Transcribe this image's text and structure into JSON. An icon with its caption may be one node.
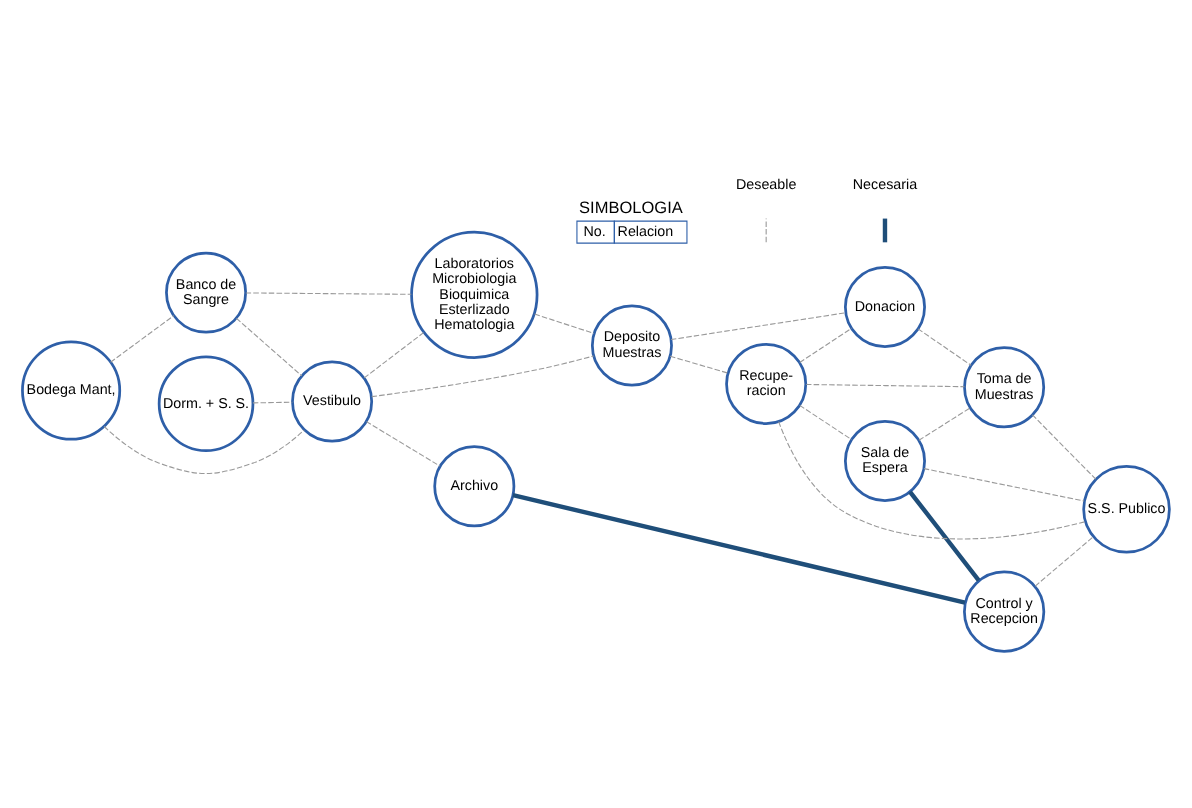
{
  "diagram": {
    "nodes": [
      {
        "text": [
          "Bodega Mant,"
        ]
      },
      {
        "text": [
          "Dorm. + S. S."
        ]
      },
      {
        "text": [
          "Archivo"
        ]
      },
      {
        "text": [
          "Banco de Sangre"
        ]
      },
      {
        "text": [
          "Vestibulo"
        ]
      },
      {
        "text": [
          "Control y Recepcion"
        ]
      },
      {
        "text": [
          "Sala de Espera"
        ]
      },
      {
        "text": [
          "Laboratorios Microbiologia Bioquimica Esterlizado Hematologia"
        ]
      },
      {
        "text": [
          "Deposito Muestras"
        ]
      },
      {
        "text": [
          "Recupe- racion"
        ]
      },
      {
        "text": [
          "Donacion"
        ]
      },
      {
        "text": [
          "Toma de Muestras"
        ]
      },
      {
        "text": [
          "S.S. Publico"
        ]
      }
    ],
    "edges": [
      {
        "from": 0,
        "to": 3,
        "arrow": "none",
        "style": "dashed"
      },
      {
        "from": 0,
        "to": 4,
        "arrow": "none",
        "style": "dashed"
      },
      {
        "from": 1,
        "to": 4,
        "arrow": "none",
        "style": "dashed"
      },
      {
        "from": 3,
        "to": 4,
        "arrow": "none",
        "style": "dashed"
      },
      {
        "from": 3,
        "to": 7,
        "arrow": "none",
        "style": "dashed"
      },
      {
        "from": 4,
        "to": 2,
        "arrow": "none",
        "style": "dashed"
      },
      {
        "from": 4,
        "to": 7,
        "arrow": "none",
        "style": "dashed"
      },
      {
        "from": 4,
        "to": 8,
        "arrow": "none",
        "style": "dashed"
      },
      {
        "from": 2,
        "to": 5,
        "arrow": "none",
        "style": "thick",
        "color": "#1f4e79"
      },
      {
        "from": 6,
        "to": 5,
        "arrow": "none",
        "style": "thick",
        "color": "#1f4e79"
      },
      {
        "from": 7,
        "to": 8,
        "arrow": "none",
        "style": "dashed"
      },
      {
        "from": 8,
        "to": 9,
        "arrow": "none",
        "style": "dashed"
      },
      {
        "from": 8,
        "to": 10,
        "arrow": "none",
        "style": "dashed"
      },
      {
        "from": 9,
        "to": 6,
        "arrow": "none",
        "style": "dashed"
      },
      {
        "from": 9,
        "to": 10,
        "arrow": "none",
        "style": "dashed"
      },
      {
        "from": 9,
        "to": 11,
        "arrow": "none",
        "style": "dashed"
      },
      {
        "from": 9,
        "to": 12,
        "arrow": "none",
        "style": "dashed"
      },
      {
        "from": 6,
        "to": 11,
        "arrow": "none",
        "style": "dashed"
      },
      {
        "from": 6,
        "to": 12,
        "arrow": "none",
        "style": "dashed"
      },
      {
        "from": 5,
        "to": 12,
        "arrow": "none",
        "style": "dashed"
      },
      {
        "from": 10,
        "to": 11,
        "arrow": "none",
        "style": "dashed"
      },
      {
        "from": 11,
        "to": 12,
        "arrow": "none",
        "style": "dashed"
      }
    ],
    "labels": [
      "SIMBOLOGIA",
      "No.",
      "Relacion"
    ],
    "legend": [
      {
        "text": "Deseable"
      },
      {
        "text": "Necesaria"
      }
    ]
  }
}
